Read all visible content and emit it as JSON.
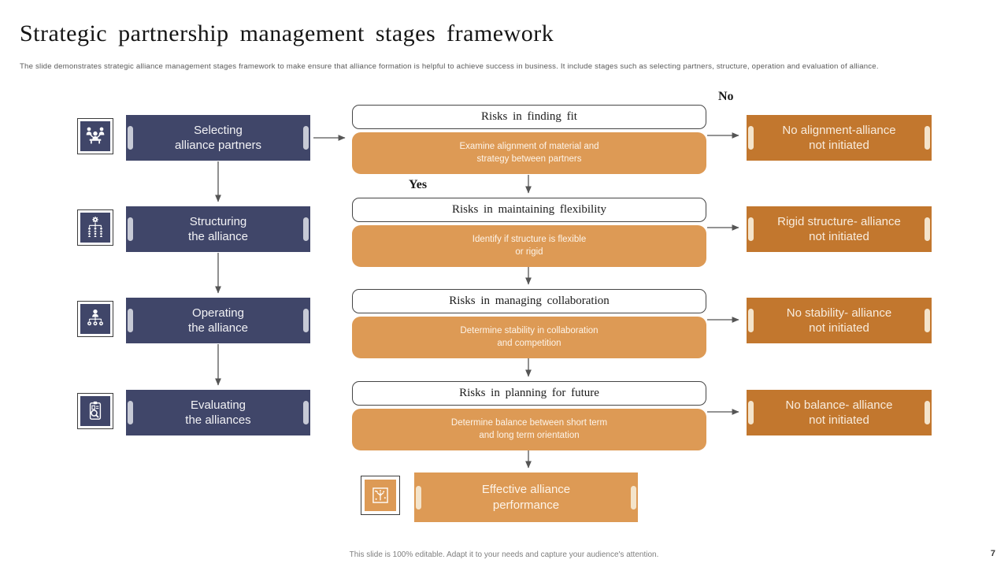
{
  "slide": {
    "title": "Strategic partnership management stages framework",
    "subtitle": "The slide demonstrates strategic alliance management  stages framework to make  ensure that alliance  formation is helpful to achieve success in business. It include stages such as selecting partners, structure, operation and evaluation of alliance.",
    "footer": "This slide is 100% editable.  Adapt it to your needs and capture your audience's attention.",
    "page_number": "7"
  },
  "labels": {
    "no": "No",
    "yes": "Yes"
  },
  "colors": {
    "navy": "#404669",
    "orange_light": "#dd9a55",
    "orange_dark": "#c2772e",
    "arrow": "#555555"
  },
  "rows": [
    {
      "stage": "Selecting\nalliance partners",
      "stage_icon": "people-presentation-icon",
      "risk": "Risks in finding fit",
      "action": "Examine alignment of material and\nstrategy between partners",
      "outcome": "No alignment-alliance\nnot initiated"
    },
    {
      "stage": "Structuring\nthe alliance",
      "stage_icon": "hierarchy-gear-icon",
      "risk": "Risks in maintaining flexibility",
      "action": "Identify if structure is flexible\nor rigid",
      "outcome": "Rigid structure-  alliance\nnot initiated"
    },
    {
      "stage": "Operating\nthe alliance",
      "stage_icon": "person-network-icon",
      "risk": "Risks in managing collaboration",
      "action": "Determine stability in collaboration\nand competition",
      "outcome": "No stability- alliance\nnot initiated"
    },
    {
      "stage": "Evaluating\nthe alliances",
      "stage_icon": "clipboard-search-icon",
      "risk": "Risks in planning for future",
      "action": "Determine balance between short term\nand long term orientation",
      "outcome": "No balance- alliance\nnot initiated"
    }
  ],
  "final": {
    "label": "Effective alliance\nperformance",
    "icon": "sparkle-tree-icon"
  }
}
